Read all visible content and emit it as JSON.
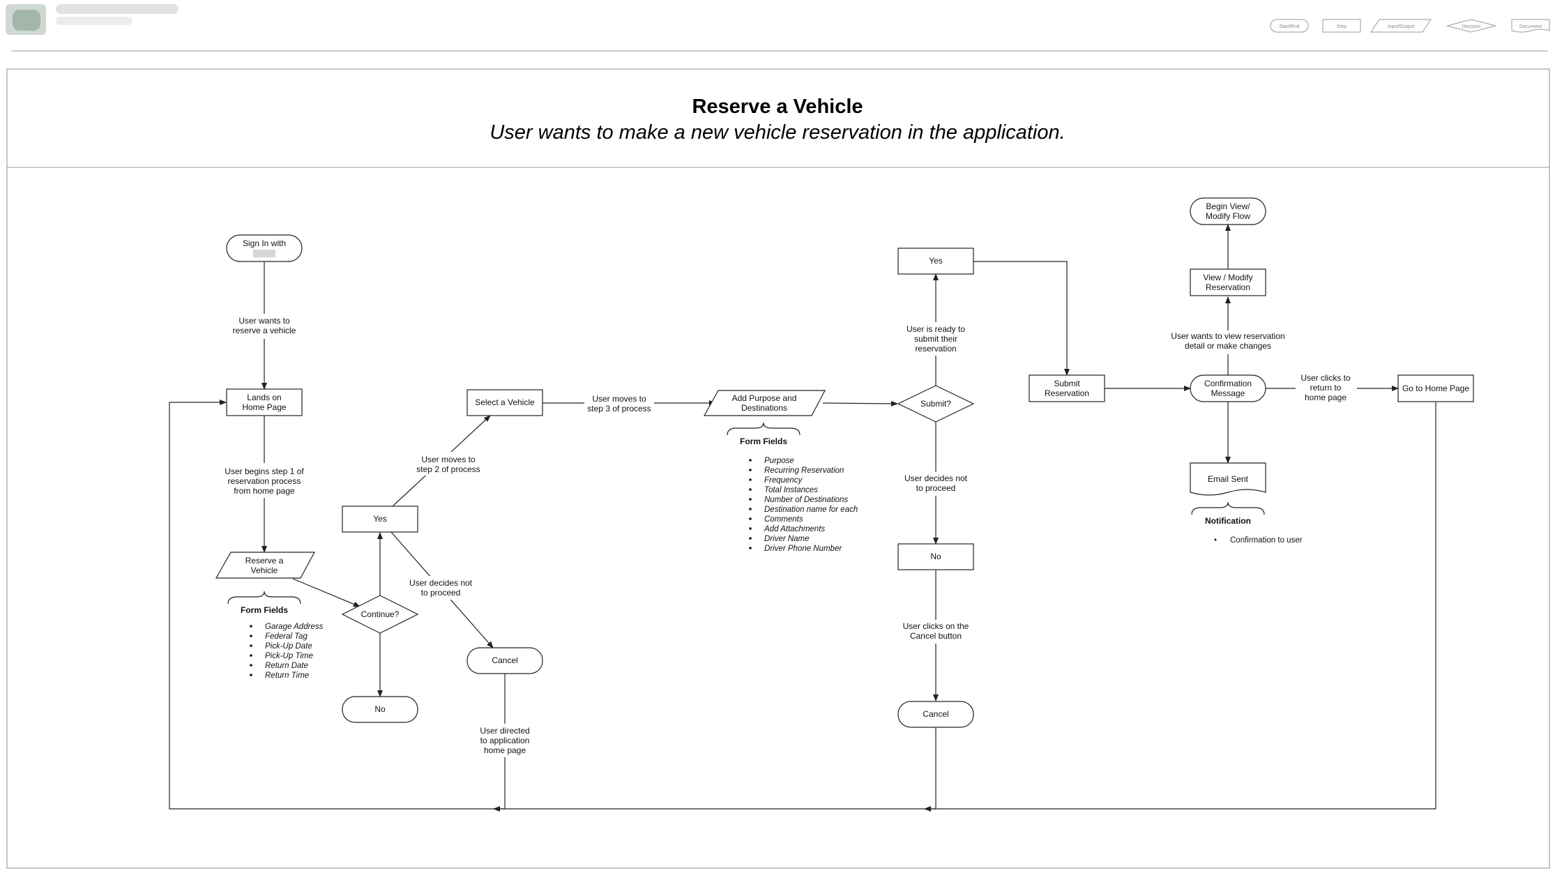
{
  "legend": {
    "items": [
      {
        "key": "start_end",
        "label": "Start/End"
      },
      {
        "key": "step",
        "label": "Step"
      },
      {
        "key": "input_output",
        "label": "Input/Output"
      },
      {
        "key": "decision",
        "label": "Decision"
      },
      {
        "key": "document",
        "label": "Document"
      }
    ]
  },
  "header": {
    "title": "Reserve a Vehicle",
    "subtitle": "User wants to make a new vehicle reservation in the application."
  },
  "nodes": {
    "sign_in": [
      "Sign In with"
    ],
    "home_page": [
      "Lands on",
      "Home Page"
    ],
    "reserve": [
      "Reserve a",
      "Vehicle"
    ],
    "continue": [
      "Continue?"
    ],
    "yes1": [
      "Yes"
    ],
    "no1": [
      "No"
    ],
    "select_vehicle": [
      "Select a Vehicle"
    ],
    "cancel1": [
      "Cancel"
    ],
    "purpose": [
      "Add Purpose and",
      "Destinations"
    ],
    "submit_q": [
      "Submit?"
    ],
    "yes2": [
      "Yes"
    ],
    "no2": [
      "No"
    ],
    "cancel2": [
      "Cancel"
    ],
    "submit_res": [
      "Submit",
      "Reservation"
    ],
    "confirmation": [
      "Confirmation",
      "Message"
    ],
    "view_modify": [
      "View / Modify",
      "Reservation"
    ],
    "begin_view": [
      "Begin View/",
      "Modify Flow"
    ],
    "email_sent": [
      "Email Sent"
    ],
    "go_home": [
      "Go to Home Page"
    ]
  },
  "edge_labels": {
    "wants_reserve": [
      "User wants to",
      "reserve a vehicle"
    ],
    "begins_step1": [
      "User begins step 1 of",
      "reservation process",
      "from home page"
    ],
    "moves_step2": [
      "User moves to",
      "step 2 of process"
    ],
    "decides_not1": [
      "User decides not",
      "to proceed"
    ],
    "directed_home": [
      "User directed",
      "to application",
      "home page"
    ],
    "moves_step3": [
      "User moves to",
      "step 3 of process"
    ],
    "ready_submit": [
      "User is ready to",
      "submit their",
      "reservation"
    ],
    "decides_not2": [
      "User decides not",
      "to proceed"
    ],
    "clicks_cancel": [
      "User clicks on the",
      "Cancel button"
    ],
    "wants_view": [
      "User wants to view reservation",
      "detail or make changes"
    ],
    "clicks_return": [
      "User clicks to",
      "return to",
      "home page"
    ]
  },
  "annotations": {
    "step1": {
      "heading": "Form Fields",
      "items": [
        "Garage Address",
        "Federal Tag",
        "Pick-Up Date",
        "Pick-Up Time",
        "Return Date",
        "Return Time"
      ]
    },
    "step3": {
      "heading": "Form Fields",
      "items": [
        "Purpose",
        "Recurring Reservation",
        "Frequency",
        "Total Instances",
        "Number of Destinations",
        "Destination name for each",
        "Comments",
        "Add Attachments",
        "Driver Name",
        "Driver Phone Number"
      ]
    },
    "notification": {
      "heading": "Notification",
      "items": [
        "Confirmation to user"
      ]
    }
  }
}
